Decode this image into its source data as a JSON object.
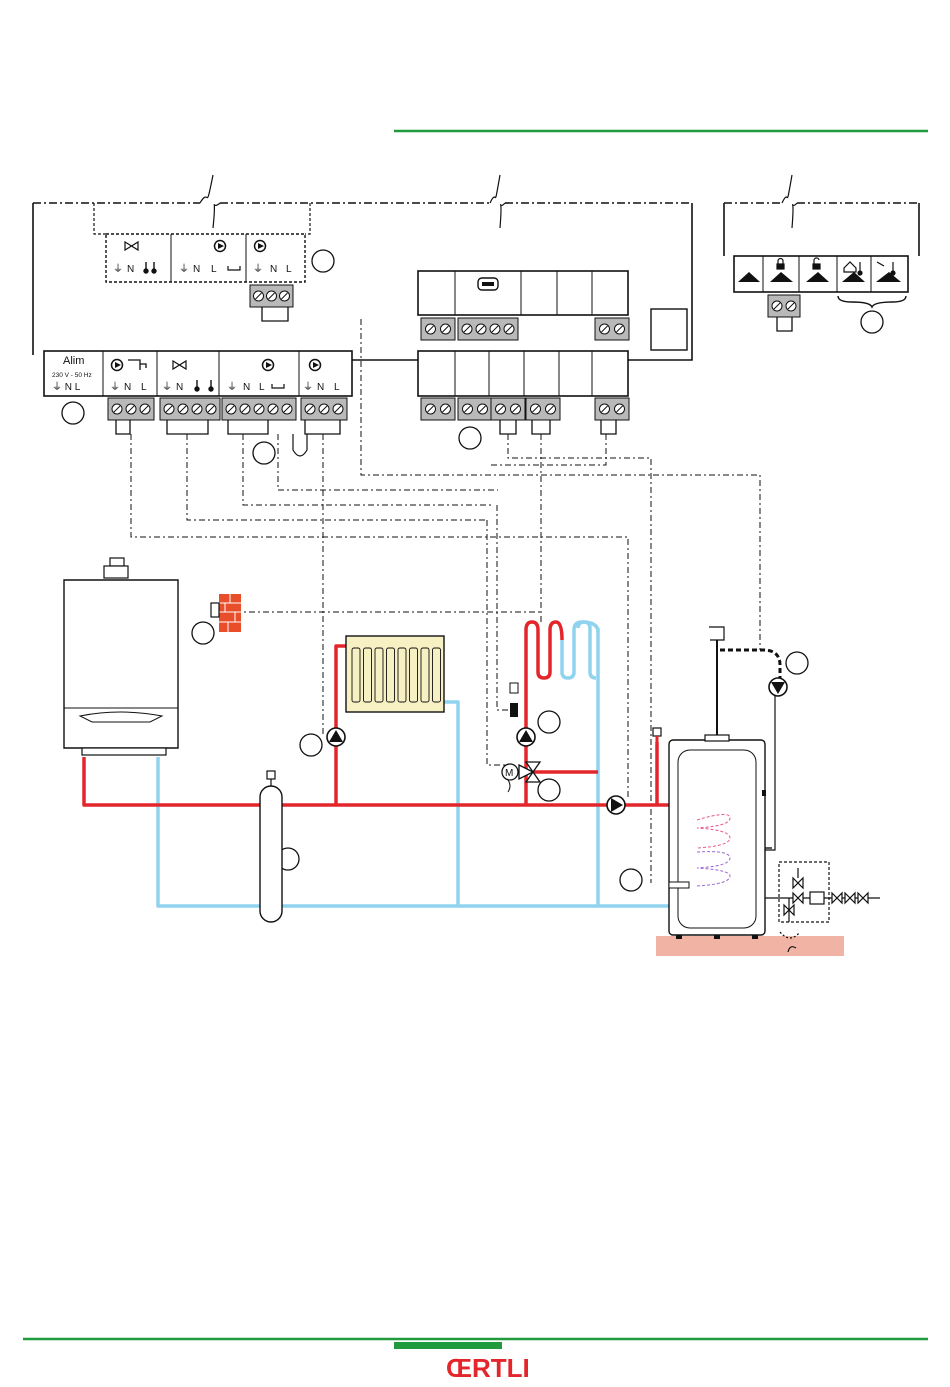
{
  "colors": {
    "accent_green": "#1f9a3c",
    "hot_pipe": "#e3262b",
    "cold_pipe": "#8fd3ee",
    "brand_red": "#e3262b",
    "floor": "#f1b3a4",
    "radiator": "#f7f0c3"
  },
  "supply_panel": {
    "title": "Alim",
    "rating": "230 V - 50 Hz",
    "terminals": "⏚  N  L"
  },
  "terminal_labels": {
    "earth": "⏚",
    "neutral": "N",
    "live": "L"
  },
  "brand": {
    "logo": "ŒRTLI"
  },
  "icons": [
    "valve-icon",
    "pump-icon",
    "thermometer-icon",
    "tap-icon",
    "motor-valve-icon",
    "radiator-icon",
    "boiler-icon",
    "tank-icon",
    "bottle-icon",
    "sensor-icon",
    "lock-icon",
    "house-icon"
  ]
}
